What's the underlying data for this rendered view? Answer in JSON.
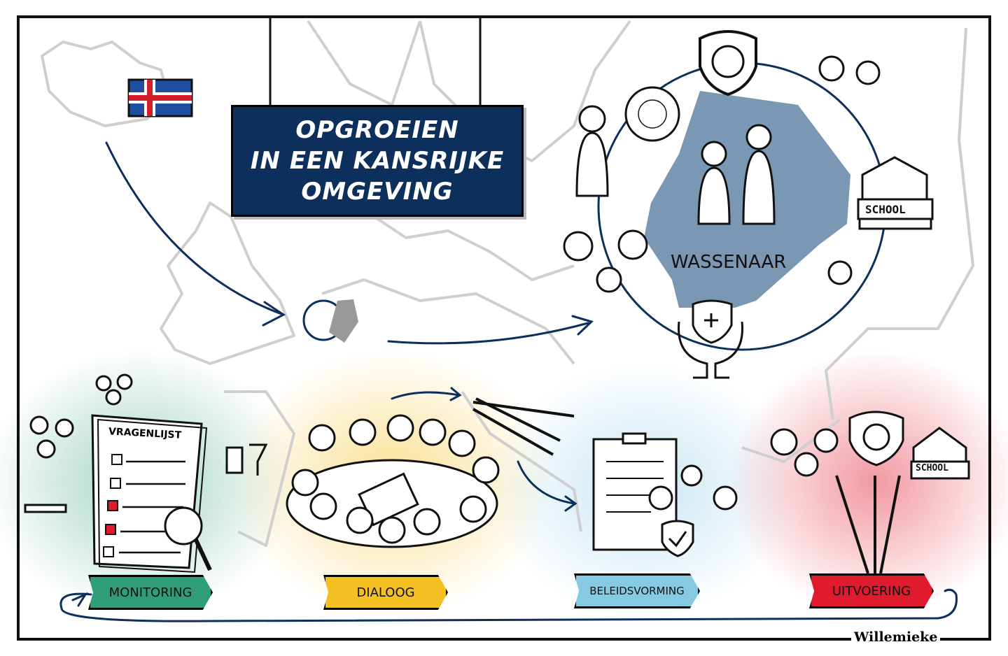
{
  "title": {
    "lines": [
      "OPGROEIEN",
      "IN EEN KANSRIJKE",
      "OMGEVING"
    ],
    "background": "#0c2f5c"
  },
  "center_label": "WASSENAAR",
  "school_label": "SCHOOL",
  "questionnaire_label": "VRAGENLIJST",
  "steps": [
    {
      "label": "MONITORING",
      "color": "#2f9e78"
    },
    {
      "label": "DIALOOG",
      "color": "#f5c022"
    },
    {
      "label": "BELEIDSVORMING",
      "color": "#86c9e2"
    },
    {
      "label": "UITVOERING",
      "color": "#e11b2e"
    }
  ],
  "signature": "Willemieke",
  "colors": {
    "navy": "#0c2f5c",
    "wassenaar_area": "#7a97b3",
    "map_lines": "#cfcfcf"
  },
  "icons": [
    "iceland-flag",
    "soccer-shield",
    "mosque-pattern-bubble",
    "school",
    "care-shield-hands",
    "children-group",
    "soccer-player",
    "questionnaire",
    "magnifier",
    "cigarette",
    "drinks",
    "music-notes",
    "round-table",
    "spears",
    "clipboard",
    "gears",
    "check-shield"
  ]
}
